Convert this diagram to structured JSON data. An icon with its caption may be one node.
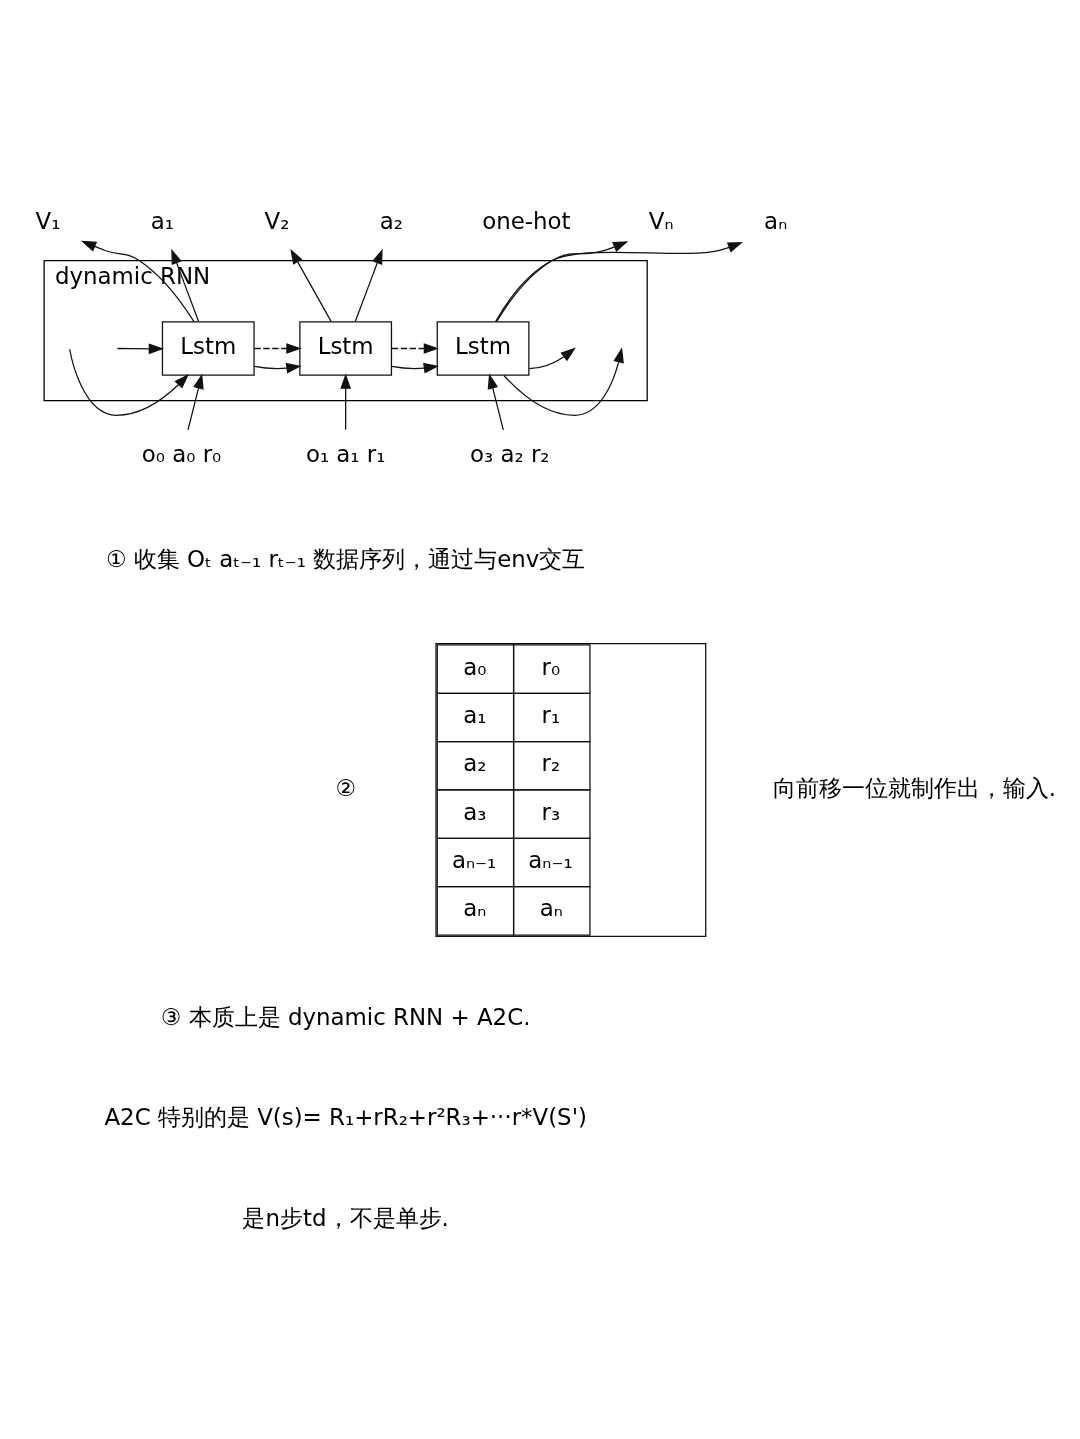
{
  "diagram": {
    "nodes": [
      {
        "text": [
          "dynamic RNN"
        ]
      },
      {
        "text": [
          "Lstm"
        ],
        "in": 0
      },
      {
        "text": [
          "Lstm"
        ],
        "in": 0
      },
      {
        "text": [
          "Lstm"
        ],
        "in": 0
      },
      {
        "text": [
          "V₁"
        ]
      },
      {
        "text": [
          "a₁"
        ]
      },
      {
        "text": [
          "V₂"
        ]
      },
      {
        "text": [
          "a₂"
        ]
      },
      {
        "text": [
          "Vₙ"
        ]
      },
      {
        "text": [
          "aₙ"
        ]
      },
      {
        "text": [
          "o₀ a₀ r₀"
        ]
      },
      {
        "text": [
          "o₁ a₁ r₁"
        ]
      },
      {
        "text": [
          "o₃ a₂ r₂"
        ]
      }
    ],
    "edges": [
      {
        "from": null,
        "to": 1,
        "arrow": "to"
      },
      {
        "from": null,
        "to": 1,
        "arrow": "to"
      },
      {
        "from": 1,
        "to": 2,
        "arrow": "to",
        "style": "dashed"
      },
      {
        "from": 1,
        "to": 2,
        "arrow": "to"
      },
      {
        "from": 2,
        "to": 3,
        "arrow": "to",
        "style": "dashed"
      },
      {
        "from": 2,
        "to": 3,
        "arrow": "to"
      },
      {
        "from": 3,
        "to": null,
        "arrow": "to"
      },
      {
        "from": 3,
        "to": null,
        "arrow": "to"
      },
      {
        "from": 1,
        "to": 4,
        "arrow": "to"
      },
      {
        "from": 1,
        "to": 5,
        "arrow": "to"
      },
      {
        "from": 2,
        "to": 6,
        "arrow": "to"
      },
      {
        "from": 2,
        "to": 7,
        "arrow": "to"
      },
      {
        "from": 3,
        "to": 8,
        "arrow": "to"
      },
      {
        "from": 3,
        "to": 9,
        "arrow": "to"
      },
      {
        "from": 10,
        "to": 1,
        "arrow": "to"
      },
      {
        "from": 11,
        "to": 2,
        "arrow": "to"
      },
      {
        "from": 12,
        "to": 3,
        "arrow": "to"
      }
    ],
    "labels": [
      "one-hot",
      "① 收集 Oₜ aₜ₋₁ rₜ₋₁ 数据序列，通过与env交互",
      "②",
      "a₀",
      "r₀",
      "a₁",
      "r₁",
      "a₂",
      "r₂",
      "a₃",
      "r₃",
      "aₙ₋₁",
      "aₙ₋₁",
      "aₙ",
      "aₙ",
      "向前移一位就制作出，输入.",
      "③ 本质上是 dynamic RNN + A2C.",
      "A2C 特别的是 V(s)= R₁+rR₂+r²R₃+···r*V(S')",
      "是n步td，不是单步."
    ]
  }
}
